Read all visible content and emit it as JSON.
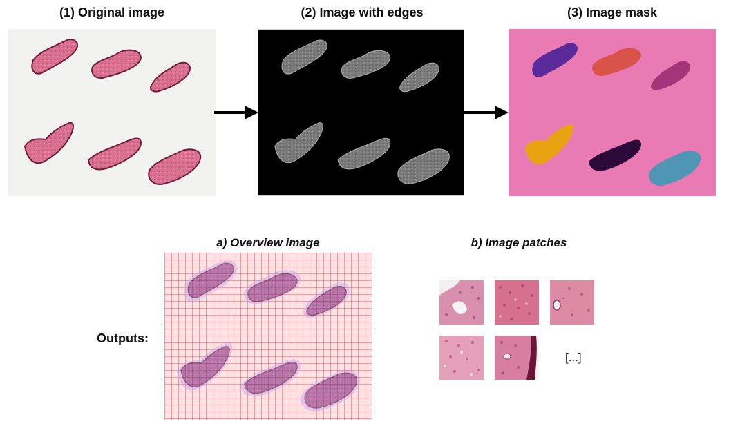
{
  "titles": {
    "original": "(1) Original image",
    "edges": "(2) Image with edges",
    "mask": "(3) Image mask"
  },
  "outputs": {
    "label": "Outputs:",
    "overview_title": "a) Overview image",
    "patches_title": "b) Image patches",
    "ellipsis": "[...]"
  },
  "colors": {
    "tissue": "#d36f8c",
    "tissue_edge": "#7a2347",
    "slide_bg": "#f3f3f3",
    "edges_bg": "#000000",
    "edges_fg": "#8a8a8a",
    "mask_bg": "#e97ab3",
    "mask_regions": [
      "#5a2a9a",
      "#d9534a",
      "#a23678",
      "#e9a312",
      "#2c0a3a",
      "#4f95b5"
    ],
    "grid_line": "#ef4b5d",
    "overview_bg": "#fbe1e1",
    "overlay": "#9b5fd8"
  }
}
